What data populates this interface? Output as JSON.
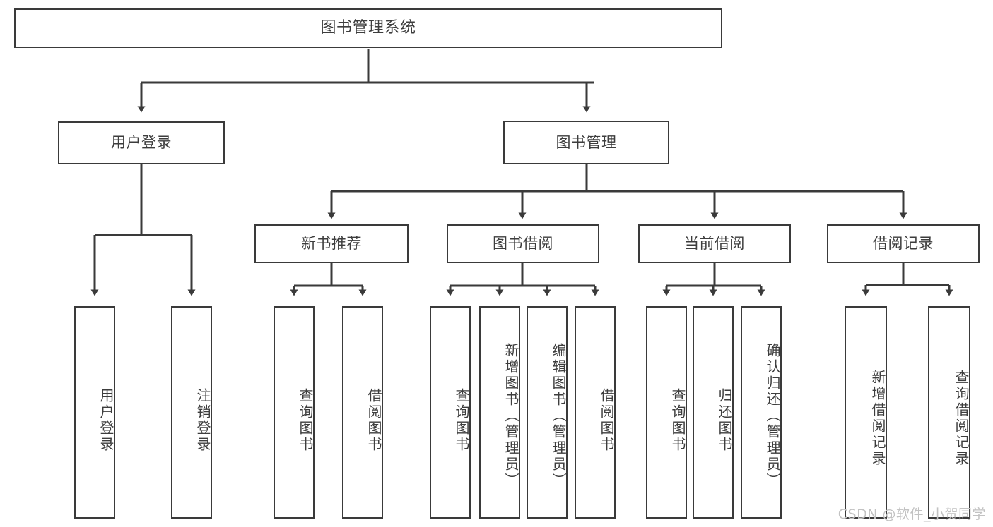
{
  "diagram": {
    "title": "图书管理系统",
    "type": "tree-hierarchy-diagram",
    "watermark": "CSDN @软件_小贺同学",
    "colors": {
      "box_border": "#3a3a3a",
      "box_fill": "#ffffff",
      "text": "#3d3d3d",
      "connector": "#3a3a3a",
      "watermark": "#c2c2c2",
      "background": "#ffffff"
    },
    "nodes": {
      "root": {
        "label": "图书管理系统"
      },
      "level1": [
        {
          "id": "user-login",
          "label": "用户登录"
        },
        {
          "id": "book-management",
          "label": "图书管理"
        }
      ],
      "level2": [
        {
          "id": "new-book-recommend",
          "label": "新书推荐"
        },
        {
          "id": "book-borrow",
          "label": "图书借阅"
        },
        {
          "id": "current-borrow",
          "label": "当前借阅"
        },
        {
          "id": "borrow-record",
          "label": "借阅记录"
        }
      ],
      "leaves": {
        "user-login": [
          {
            "id": "leaf-user-login",
            "label": "用户登录"
          },
          {
            "id": "leaf-logout-login",
            "label": "注销登录"
          }
        ],
        "new-book-recommend": [
          {
            "id": "leaf-query-book-1",
            "label": "查询图书"
          },
          {
            "id": "leaf-borrow-book-1",
            "label": "借阅图书"
          }
        ],
        "book-borrow": [
          {
            "id": "leaf-query-book-2",
            "label": "查询图书"
          },
          {
            "id": "leaf-add-book",
            "label": "新增图书（管理员）"
          },
          {
            "id": "leaf-edit-book",
            "label": "编辑图书（管理员）"
          },
          {
            "id": "leaf-borrow-book-2",
            "label": "借阅图书"
          }
        ],
        "current-borrow": [
          {
            "id": "leaf-query-book-3",
            "label": "查询图书"
          },
          {
            "id": "leaf-return-book",
            "label": "归还图书"
          },
          {
            "id": "leaf-confirm-return",
            "label": "确认归还（管理员）"
          }
        ],
        "borrow-record": [
          {
            "id": "leaf-add-record",
            "label": "新增借阅记录"
          },
          {
            "id": "leaf-query-record",
            "label": "查询借阅记录"
          }
        ]
      }
    }
  }
}
